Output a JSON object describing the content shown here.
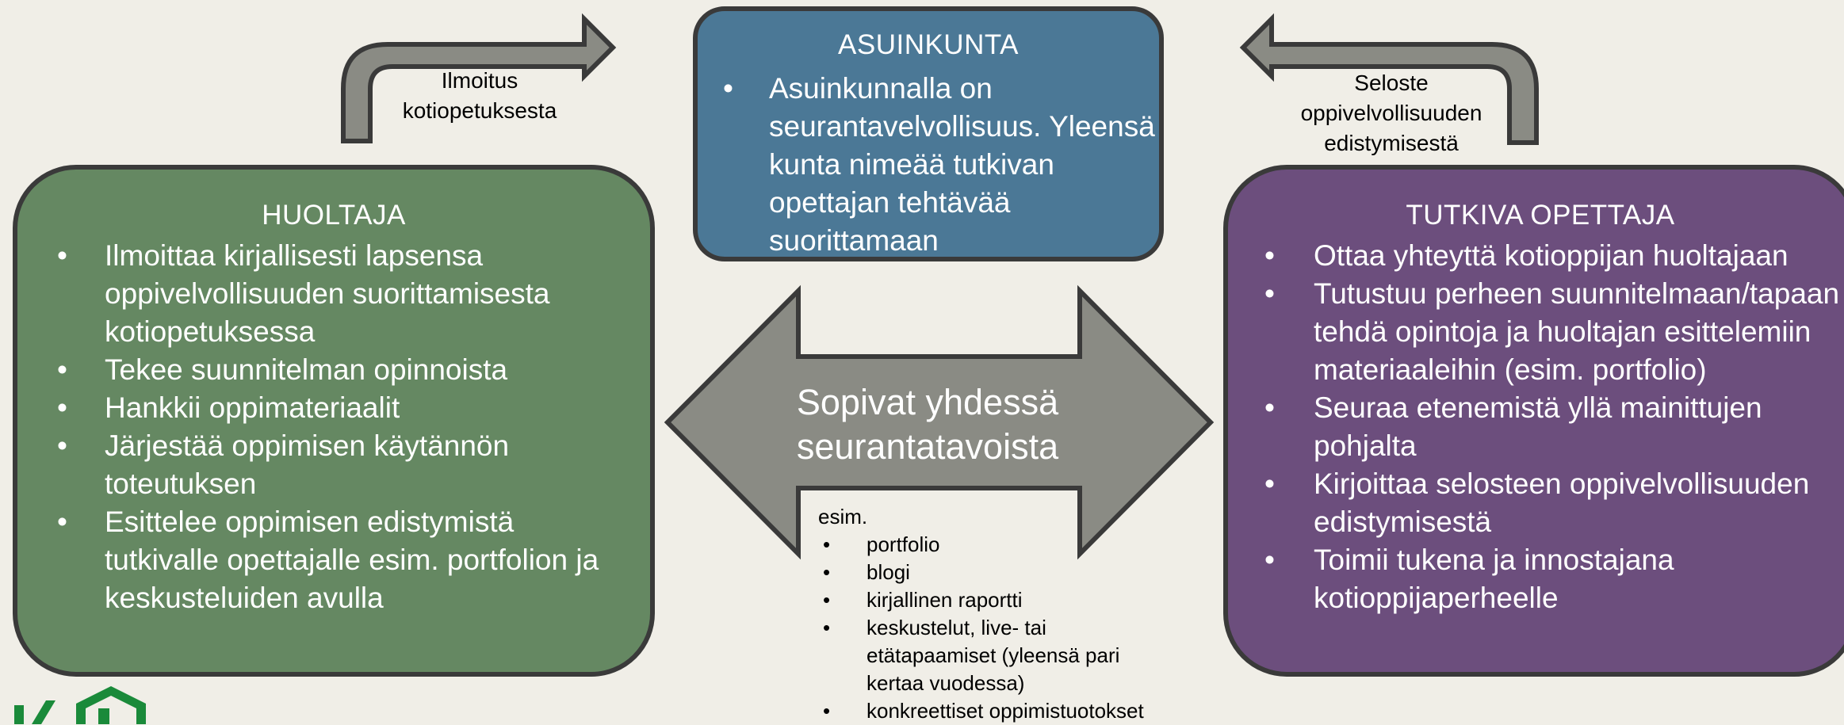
{
  "huoltaja": {
    "title": "HUOLTAJA",
    "items": [
      "Ilmoittaa kirjallisesti lapsensa oppivelvollisuuden suorittamisesta kotiopetuksessa",
      "Tekee suunnitelman opinnoista",
      "Hankkii oppimateriaalit",
      "Järjestää oppimisen käytännön toteutuksen",
      "Esittelee oppimisen edistymistä tutkivalle opettajalle esim. portfolion ja keskusteluiden avulla"
    ],
    "color": "#658862"
  },
  "asuinkunta": {
    "title": "ASUINKUNTA",
    "items": [
      "Asuinkunnalla on seurantavelvollisuus. Yleensä kunta nimeää tutkivan opettajan tehtävää suorittamaan"
    ],
    "color": "#4b7896"
  },
  "tutkiva": {
    "title": "TUTKIVA OPETTAJA",
    "items": [
      "Ottaa yhteyttä kotioppijan huoltajaan",
      "Tutustuu perheen suunnitelmaan/tapaan tehdä opintoja ja huoltajan esittelemiin materiaaleihin (esim. portfolio)",
      "Seuraa etenemistä yllä mainittujen pohjalta",
      "Kirjoittaa selosteen oppivelvollisuuden edistymisestä",
      "Toimii tukena ja innostajana kotioppijaperheelle"
    ],
    "color": "#6c4e7d"
  },
  "arrows": {
    "left_label": "Ilmoitus kotiopetuksesta",
    "right_label": "Seloste oppivelvollisuuden edistymisestä",
    "color": "#8a8b84"
  },
  "center": {
    "text": "Sopivat yhdessä seurantatavoista",
    "color": "#8a8b84"
  },
  "examples": {
    "intro": "esim.",
    "items": [
      "portfolio",
      "blogi",
      "kirjallinen raportti",
      "keskustelut, live- tai etätapaamiset (yleensä pari kertaa vuodessa)",
      "konkreettiset oppimistuotokset"
    ]
  },
  "logo": {
    "icon": "house-logo-icon",
    "color": "#1a8a3a"
  }
}
